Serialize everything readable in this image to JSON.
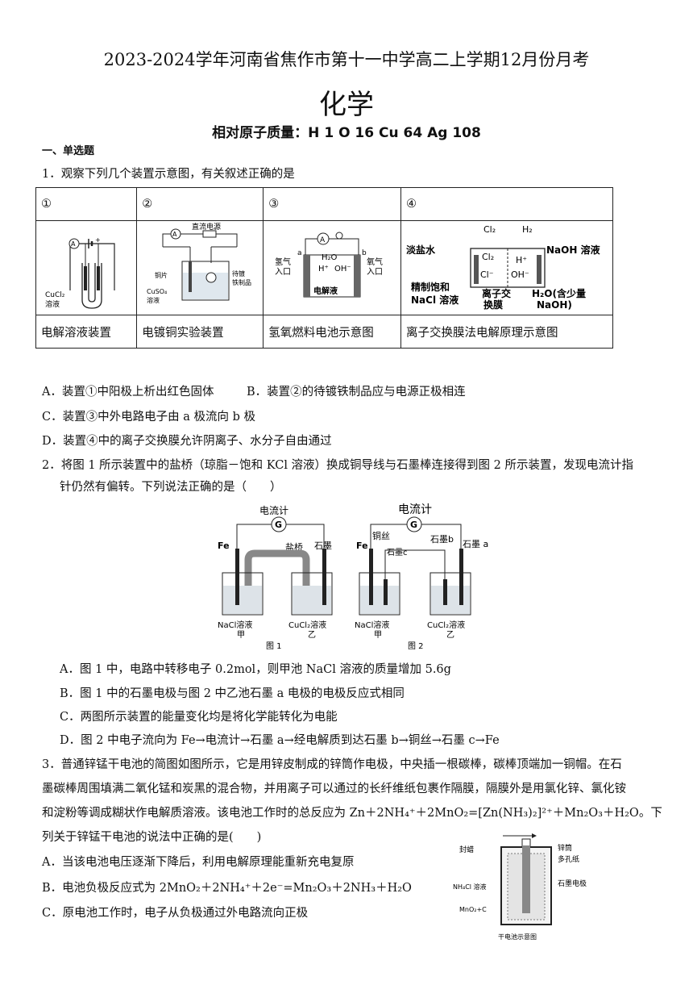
{
  "header": {
    "title": "2023-2024学年河南省焦作市第十一中学高二上学期12月份月考",
    "subject": "化学",
    "atomic_mass": "相对原子质量：H 1 O 16 Cu 64 Ag 108"
  },
  "section": "一、单选题",
  "q1": {
    "stem": "1．观察下列几个装置示意图，有关叙述正确的是",
    "headers": [
      "①",
      "②",
      "③",
      "④"
    ],
    "captions": [
      "电解溶液装置",
      "电镀铜实验装置",
      "氢氧燃料电池示意图",
      "离子交换膜法电解原理示意图"
    ],
    "fig1": {
      "solution": "CuCl₂",
      "solution2": "溶液"
    },
    "fig2": {
      "power": "直流电源",
      "cu": "铜片",
      "item1": "待镀",
      "item2": "铁制品",
      "sol1": "CuSO₄",
      "sol2": "溶液"
    },
    "fig3": {
      "a": "a",
      "b": "b",
      "h2o": "H₂O",
      "h": "H⁺",
      "oh": "OH⁻",
      "left1": "氢气",
      "left2": "入口",
      "right1": "氧气",
      "right2": "入口",
      "electrolyte": "电解液"
    },
    "fig4": {
      "cl2": "Cl₂",
      "h2": "H₂",
      "brine": "淡盐水",
      "naoh": "NaOH 溶液",
      "cl": "Cl⁻",
      "oh": "OH⁻",
      "h": "H⁺",
      "cl2in": "Cl₂",
      "nacl1": "精制饱和",
      "nacl2": "NaCl 溶液",
      "mem1": "离子交",
      "mem2": "换膜",
      "water1": "H₂O(含少量",
      "water2": "NaOH)"
    },
    "options": {
      "A": "A．装置①中阳极上析出红色固体",
      "B": "B．装置②的待镀铁制品应与电源正极相连",
      "C": "C．装置③中外电路电子由 a 极流向 b 极",
      "D": "D．装置④中的离子交换膜允许阴离子、水分子自由通过"
    }
  },
  "q2": {
    "stem1": "2．将图 1 所示装置中的盐桥（琼脂－饱和 KCl 溶液）换成铜导线与石墨棒连接得到图 2 所示装置，发现电流计指",
    "stem2": "针仍然有偏转。下列说法正确的是（　　）",
    "fig1": {
      "meter": "电流计",
      "g": "G",
      "fe": "Fe",
      "bridge": "盐桥",
      "graphite": "石墨",
      "sol_a": "NaCl溶液",
      "sol_b": "CuCl₂溶液",
      "jia": "甲",
      "yi": "乙",
      "label": "图 1"
    },
    "fig2": {
      "meter": "电流计",
      "g": "G",
      "fe": "Fe",
      "cu": "铜丝",
      "gb": "石墨b",
      "ga": "石墨 a",
      "gc": "石墨c",
      "sol_a": "NaCl溶液",
      "sol_b": "CuCl₂溶液",
      "jia": "甲",
      "yi": "乙",
      "label": "图 2"
    },
    "options": {
      "A": "A．图 1 中，电路中转移电子 0.2mol，则甲池 NaCl 溶液的质量增加 5.6g",
      "B": "B．图 1 中的石墨电极与图 2 中乙池石墨 a 电极的电极反应式相同",
      "C": "C．两图所示装置的能量变化均是将化学能转化为电能",
      "D": "D．图 2 中电子流向为 Fe→电流计→石墨 a→经电解质到达石墨 b→铜丝→石墨 c→Fe"
    }
  },
  "q3": {
    "stem1": "3．普通锌锰干电池的简图如图所示，它是用锌皮制成的锌筒作电极，中央插一根碳棒，碳棒顶端加一铜帽。在石",
    "stem2": "墨碳棒周围填满二氧化锰和炭黑的混合物，并用离子可以通过的长纤维纸包裹作隔膜，隔膜外是用氯化锌、氯化铵",
    "stem3": "和淀粉等调成糊状作电解质溶液。该电池工作时的总反应为 Zn＋2NH₄⁺＋2MnO₂=[Zn(NH₃)₂]²⁺＋Mn₂O₃＋H₂O。下",
    "stem4": "列关于锌锰干电池的说法中正确的是(　　)",
    "fig": {
      "seal": "封蜡",
      "zinc": "锌筒",
      "paper": "多孔纸",
      "nh4cl": "NH₄Cl 溶液",
      "electrode": "石墨电极",
      "mno2": "MnO₂+C",
      "caption": "干电池示意图"
    },
    "options": {
      "A": "A．当该电池电压逐渐下降后，利用电解原理能重新充电复原",
      "B": "B．电池负极反应式为 2MnO₂＋2NH₄⁺＋2e⁻=Mn₂O₃＋2NH₃＋H₂O",
      "C": "C．原电池工作时，电子从负极通过外电路流向正极"
    }
  }
}
